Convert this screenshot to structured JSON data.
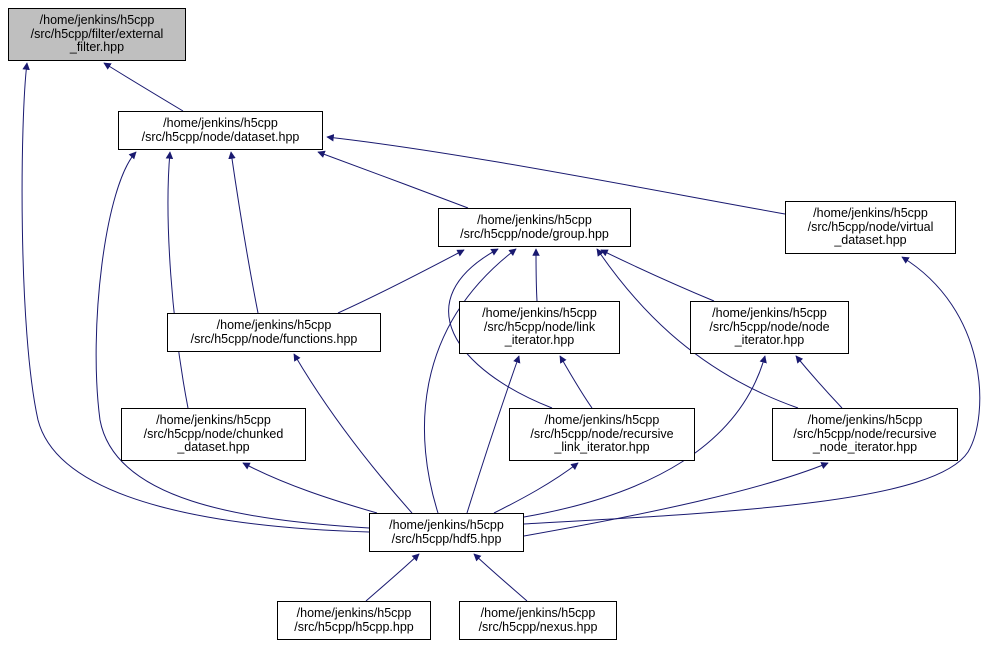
{
  "diagram": {
    "type": "doxygen-included-by-dependency-graph",
    "nodes": {
      "external_filter": {
        "label": "/home/jenkins/h5cpp\n/src/h5cpp/filter/external\n_filter.hpp",
        "highlighted": true
      },
      "dataset": {
        "label": "/home/jenkins/h5cpp\n/src/h5cpp/node/dataset.hpp",
        "highlighted": false
      },
      "group": {
        "label": "/home/jenkins/h5cpp\n/src/h5cpp/node/group.hpp",
        "highlighted": false
      },
      "virtual_dataset": {
        "label": "/home/jenkins/h5cpp\n/src/h5cpp/node/virtual\n_dataset.hpp",
        "highlighted": false
      },
      "functions": {
        "label": "/home/jenkins/h5cpp\n/src/h5cpp/node/functions.hpp",
        "highlighted": false
      },
      "link_iterator": {
        "label": "/home/jenkins/h5cpp\n/src/h5cpp/node/link\n_iterator.hpp",
        "highlighted": false
      },
      "node_iterator": {
        "label": "/home/jenkins/h5cpp\n/src/h5cpp/node/node\n_iterator.hpp",
        "highlighted": false
      },
      "chunked_dataset": {
        "label": "/home/jenkins/h5cpp\n/src/h5cpp/node/chunked\n_dataset.hpp",
        "highlighted": false
      },
      "recursive_link_iterator": {
        "label": "/home/jenkins/h5cpp\n/src/h5cpp/node/recursive\n_link_iterator.hpp",
        "highlighted": false
      },
      "recursive_node_iterator": {
        "label": "/home/jenkins/h5cpp\n/src/h5cpp/node/recursive\n_node_iterator.hpp",
        "highlighted": false
      },
      "hdf5": {
        "label": "/home/jenkins/h5cpp\n/src/h5cpp/hdf5.hpp",
        "highlighted": false
      },
      "h5cpp": {
        "label": "/home/jenkins/h5cpp\n/src/h5cpp/h5cpp.hpp",
        "highlighted": false
      },
      "nexus": {
        "label": "/home/jenkins/h5cpp\n/src/h5cpp/nexus.hpp",
        "highlighted": false
      }
    },
    "edges": [
      {
        "from": "dataset",
        "to": "external_filter"
      },
      {
        "from": "hdf5",
        "to": "external_filter"
      },
      {
        "from": "group",
        "to": "dataset"
      },
      {
        "from": "virtual_dataset",
        "to": "dataset"
      },
      {
        "from": "functions",
        "to": "dataset"
      },
      {
        "from": "chunked_dataset",
        "to": "dataset"
      },
      {
        "from": "hdf5",
        "to": "dataset"
      },
      {
        "from": "functions",
        "to": "group"
      },
      {
        "from": "link_iterator",
        "to": "group"
      },
      {
        "from": "node_iterator",
        "to": "group"
      },
      {
        "from": "recursive_link_iterator",
        "to": "group"
      },
      {
        "from": "recursive_node_iterator",
        "to": "group"
      },
      {
        "from": "hdf5",
        "to": "group"
      },
      {
        "from": "hdf5",
        "to": "virtual_dataset"
      },
      {
        "from": "recursive_link_iterator",
        "to": "link_iterator"
      },
      {
        "from": "hdf5",
        "to": "link_iterator"
      },
      {
        "from": "recursive_node_iterator",
        "to": "node_iterator"
      },
      {
        "from": "hdf5",
        "to": "node_iterator"
      },
      {
        "from": "hdf5",
        "to": "functions"
      },
      {
        "from": "hdf5",
        "to": "chunked_dataset"
      },
      {
        "from": "hdf5",
        "to": "recursive_link_iterator"
      },
      {
        "from": "hdf5",
        "to": "recursive_node_iterator"
      },
      {
        "from": "h5cpp",
        "to": "hdf5"
      },
      {
        "from": "nexus",
        "to": "hdf5"
      }
    ],
    "colors": {
      "edge": "#191970",
      "node_border": "#000000",
      "node_fill": "#ffffff",
      "highlight_fill": "#bfbfbf",
      "background": "#ffffff"
    }
  }
}
